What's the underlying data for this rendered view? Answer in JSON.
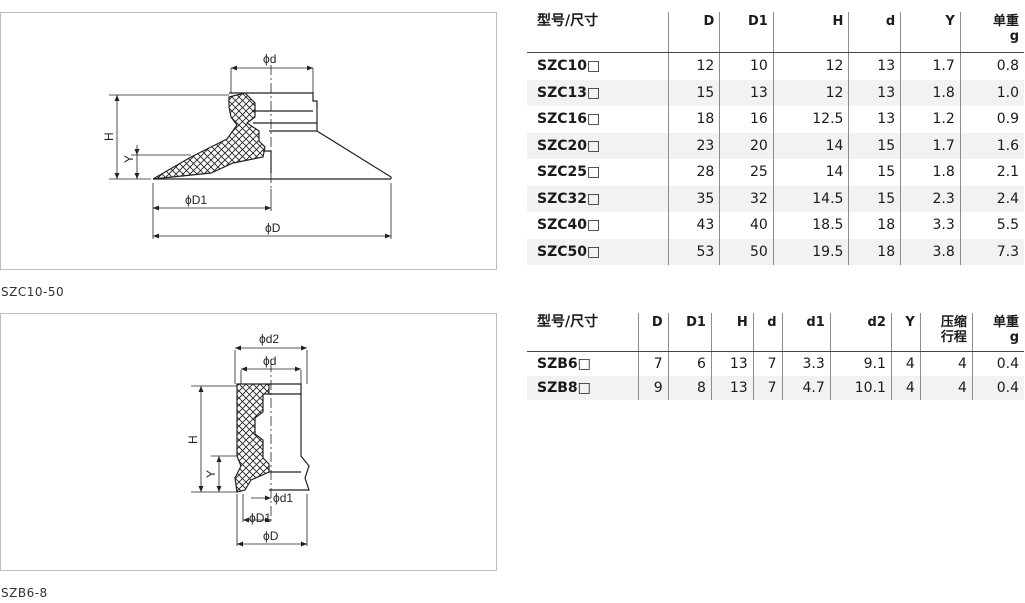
{
  "drawing1": {
    "labels": {
      "d": "ϕd",
      "D1": "ϕD1",
      "D": "ϕD",
      "H": "H",
      "Y": "Y"
    },
    "caption": "SZC10-50"
  },
  "drawing2": {
    "labels": {
      "d2": "ϕd2",
      "d": "ϕd",
      "d1": "ϕd1",
      "D1": "ϕD1",
      "D": "ϕD",
      "H": "H",
      "Y": "Y"
    },
    "caption": "SZB6-8"
  },
  "table1": {
    "headers": [
      "型号/尺寸",
      "D",
      "D1",
      "H",
      "d",
      "Y",
      "单重\ng"
    ],
    "rows": [
      [
        "SZC10□",
        "12",
        "10",
        "12",
        "13",
        "1.7",
        "0.8"
      ],
      [
        "SZC13□",
        "15",
        "13",
        "12",
        "13",
        "1.8",
        "1.0"
      ],
      [
        "SZC16□",
        "18",
        "16",
        "12.5",
        "13",
        "1.2",
        "0.9"
      ],
      [
        "SZC20□",
        "23",
        "20",
        "14",
        "15",
        "1.7",
        "1.6"
      ],
      [
        "SZC25□",
        "28",
        "25",
        "14",
        "15",
        "1.8",
        "2.1"
      ],
      [
        "SZC32□",
        "35",
        "32",
        "14.5",
        "15",
        "2.3",
        "2.4"
      ],
      [
        "SZC40□",
        "43",
        "40",
        "18.5",
        "18",
        "3.3",
        "5.5"
      ],
      [
        "SZC50□",
        "53",
        "50",
        "19.5",
        "18",
        "3.8",
        "7.3"
      ]
    ]
  },
  "table2": {
    "headers": [
      "型号/尺寸",
      "D",
      "D1",
      "H",
      "d",
      "d1",
      "d2",
      "Y",
      "压缩\n行程",
      "单重\ng"
    ],
    "rows": [
      [
        "SZB6□",
        "7",
        "6",
        "13",
        "7",
        "3.3",
        "9.1",
        "4",
        "4",
        "0.4"
      ],
      [
        "SZB8□",
        "9",
        "8",
        "13",
        "7",
        "4.7",
        "10.1",
        "4",
        "4",
        "0.4"
      ]
    ]
  }
}
